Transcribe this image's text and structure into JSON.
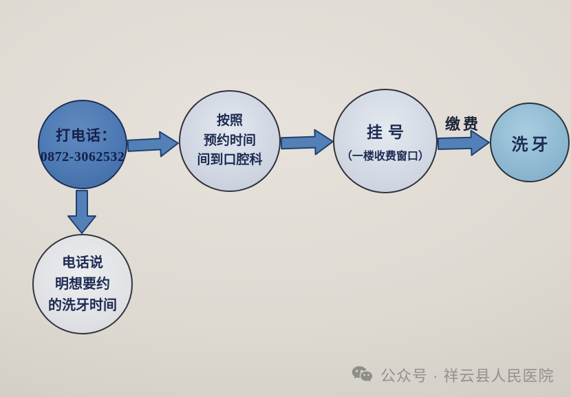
{
  "flowchart": {
    "nodes": {
      "call": {
        "line1": "打电话：",
        "line2": "0872-3062532"
      },
      "appointment": {
        "line1": "按照",
        "line2": "预约时间",
        "line3": "间到口腔科"
      },
      "register": {
        "line1": "挂号",
        "line2": "（一楼收费窗口）"
      },
      "cleaning": {
        "line1": "洗牙"
      },
      "phone_detail": {
        "line1": "电话说",
        "line2": "明想要约",
        "line3": "的洗牙时间"
      }
    },
    "edge_labels": {
      "pay": "缴费"
    }
  },
  "footer": {
    "account_text": "公众号 · 祥云县人民医院",
    "icon": "wechat-icon"
  },
  "colors": {
    "background": "#ddd9d1",
    "node_call_fill": "#4d7ab4",
    "node_light_fill": "#ccd3df",
    "node_cleaning_fill": "#8db8d1",
    "arrow_fill": "#5480b8",
    "arrow_stroke": "#20406e",
    "text_dark": "#1c2b52",
    "footer_text": "#93918d"
  }
}
